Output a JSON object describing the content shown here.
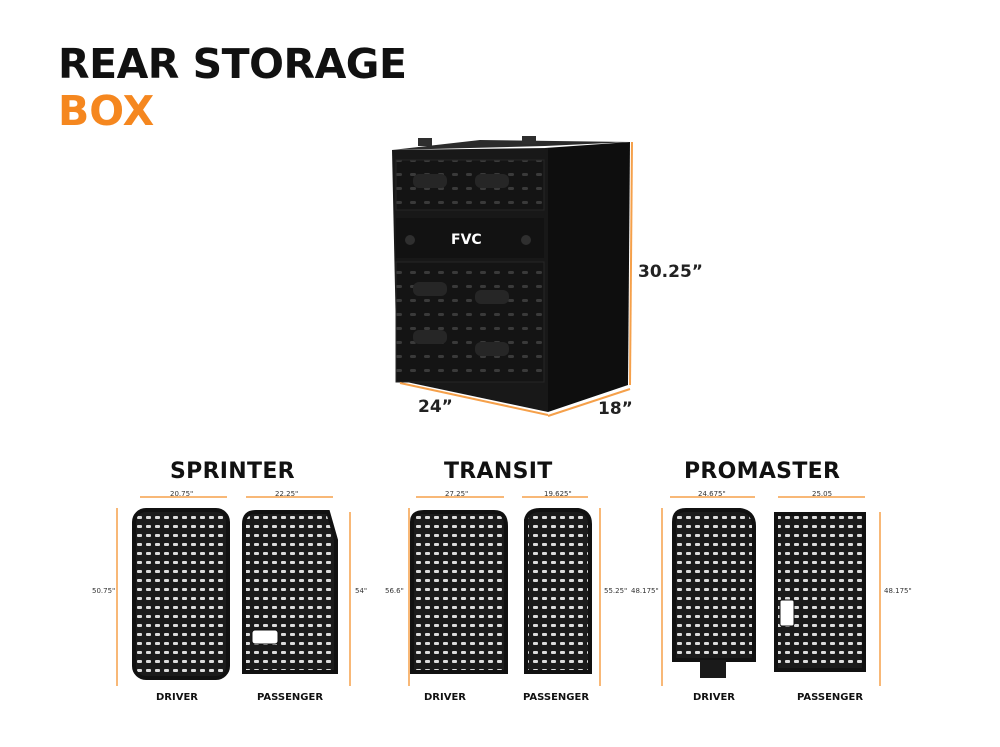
{
  "title": {
    "line1": "REAR STORAGE",
    "line2": "BOX"
  },
  "colors": {
    "accent": "#f5871f",
    "panel": "#141414",
    "dim_line": "#f5a04a"
  },
  "box": {
    "logo": "FVC",
    "height_label": "30.25”",
    "width_label": "24”",
    "depth_label": "18”"
  },
  "vans": [
    {
      "name": "SPRINTER",
      "driver": {
        "label": "DRIVER",
        "width": "20.75\"",
        "height": "50.75\""
      },
      "passenger": {
        "label": "PASSENGER",
        "width": "22.25\"",
        "height": "54\""
      }
    },
    {
      "name": "TRANSIT",
      "driver": {
        "label": "DRIVER",
        "width": "27.25\"",
        "height": "56.6\""
      },
      "passenger": {
        "label": "PASSENGER",
        "width": "19.625\"",
        "height": "55.25\""
      }
    },
    {
      "name": "PROMASTER",
      "driver": {
        "label": "DRIVER",
        "width": "24.675\"",
        "height": "48.175\""
      },
      "passenger": {
        "label": "PASSENGER",
        "width": "25.05",
        "height": "48.175\""
      }
    }
  ]
}
